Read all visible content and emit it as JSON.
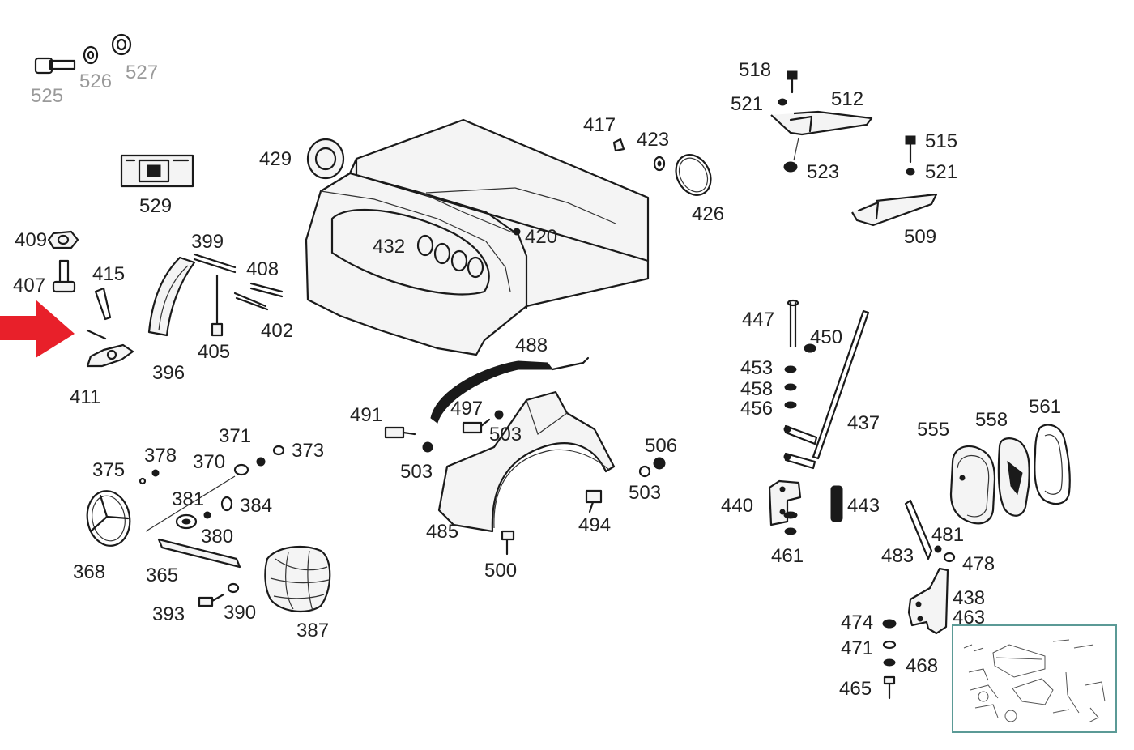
{
  "diagram": {
    "callouts": {
      "c525": "525",
      "c526": "526",
      "c527": "527",
      "c529": "529",
      "c409": "409",
      "c407": "407",
      "c415": "415",
      "c411": "411",
      "c399": "399",
      "c408": "408",
      "c402": "402",
      "c405": "405",
      "c396": "396",
      "c429": "429",
      "c432": "432",
      "c420": "420",
      "c417": "417",
      "c423": "423",
      "c426": "426",
      "c518": "518",
      "c521a": "521",
      "c512": "512",
      "c523": "523",
      "c515": "515",
      "c521b": "521",
      "c509": "509",
      "c447": "447",
      "c450": "450",
      "c453": "453",
      "c458": "458",
      "c456": "456",
      "c437": "437",
      "c440": "440",
      "c443": "443",
      "c461": "461",
      "c488": "488",
      "c491": "491",
      "c497": "497",
      "c503a": "503",
      "c503b": "503",
      "c503c": "503",
      "c506": "506",
      "c485": "485",
      "c494": "494",
      "c500": "500",
      "c371": "371",
      "c378": "378",
      "c370": "370",
      "c373": "373",
      "c375": "375",
      "c381": "381",
      "c384": "384",
      "c380": "380",
      "c368": "368",
      "c365": "365",
      "c393": "393",
      "c390": "390",
      "c387": "387",
      "c555": "555",
      "c558": "558",
      "c561": "561",
      "c481": "481",
      "c483": "483",
      "c478": "478",
      "c438": "438",
      "c463": "463",
      "c474": "474",
      "c471": "471",
      "c468": "468",
      "c465": "465"
    },
    "arrow_color": "#e8202a",
    "line_color": "#1a1a1a",
    "overview_frame_color": "#5b9a96"
  }
}
